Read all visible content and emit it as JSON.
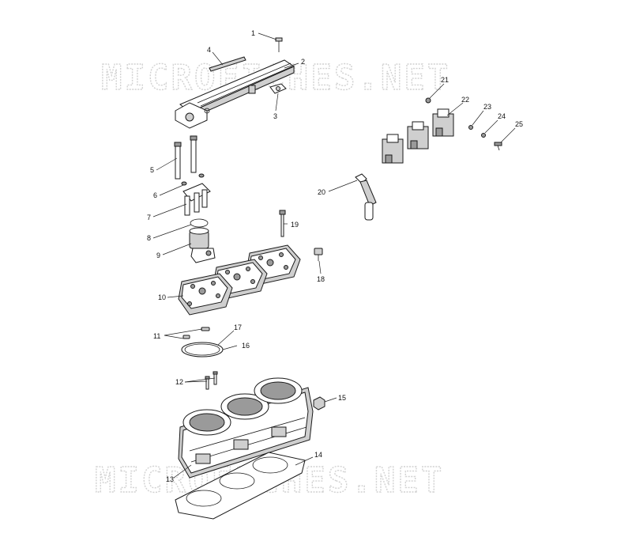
{
  "watermark": {
    "top": "MICROFICHES.NET",
    "bottom": "MICROFICHES.NET"
  },
  "callouts": [
    "1",
    "2",
    "3",
    "4",
    "5",
    "6",
    "7",
    "8",
    "9",
    "10",
    "11",
    "12",
    "13",
    "14",
    "15",
    "16",
    "17",
    "18",
    "19",
    "20",
    "21",
    "22",
    "23",
    "24",
    "25"
  ]
}
